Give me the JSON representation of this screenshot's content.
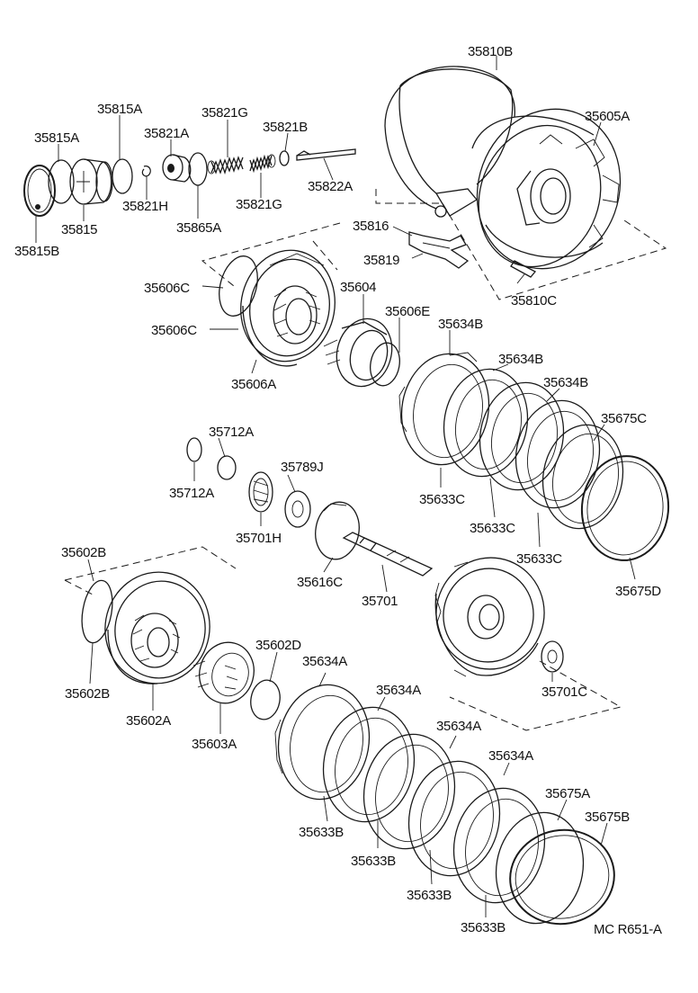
{
  "diagram": {
    "code": "MC R651-A",
    "labels": [
      {
        "id": "35810B",
        "text": "35810B"
      },
      {
        "id": "35605A",
        "text": "35605A"
      },
      {
        "id": "35815A",
        "text": "35815A"
      },
      {
        "id": "35821G_top",
        "text": "35821G"
      },
      {
        "id": "35815A_2",
        "text": "35815A"
      },
      {
        "id": "35821A",
        "text": "35821A"
      },
      {
        "id": "35821B",
        "text": "35821B"
      },
      {
        "id": "35822A",
        "text": "35822A"
      },
      {
        "id": "35815",
        "text": "35815"
      },
      {
        "id": "35821H",
        "text": "35821H"
      },
      {
        "id": "35865A",
        "text": "35865A"
      },
      {
        "id": "35821G_bot",
        "text": "35821G"
      },
      {
        "id": "35815B",
        "text": "35815B"
      },
      {
        "id": "35816",
        "text": "35816"
      },
      {
        "id": "35819",
        "text": "35819"
      },
      {
        "id": "35810C",
        "text": "35810C"
      },
      {
        "id": "35606C_1",
        "text": "35606C"
      },
      {
        "id": "35604",
        "text": "35604"
      },
      {
        "id": "35606E",
        "text": "35606E"
      },
      {
        "id": "35606C_2",
        "text": "35606C"
      },
      {
        "id": "35634B_1",
        "text": "35634B"
      },
      {
        "id": "35634B_2",
        "text": "35634B"
      },
      {
        "id": "35634B_3",
        "text": "35634B"
      },
      {
        "id": "35606A",
        "text": "35606A"
      },
      {
        "id": "35675C",
        "text": "35675C"
      },
      {
        "id": "35712A_1",
        "text": "35712A"
      },
      {
        "id": "35633C_1",
        "text": "35633C"
      },
      {
        "id": "35789J",
        "text": "35789J"
      },
      {
        "id": "35712A_2",
        "text": "35712A"
      },
      {
        "id": "35633C_2",
        "text": "35633C"
      },
      {
        "id": "35701H",
        "text": "35701H"
      },
      {
        "id": "35633C_3",
        "text": "35633C"
      },
      {
        "id": "35602B_1",
        "text": "35602B"
      },
      {
        "id": "35616C",
        "text": "35616C"
      },
      {
        "id": "35675D",
        "text": "35675D"
      },
      {
        "id": "35701",
        "text": "35701"
      },
      {
        "id": "35602D",
        "text": "35602D"
      },
      {
        "id": "35634A_1",
        "text": "35634A"
      },
      {
        "id": "35602B_2",
        "text": "35602B"
      },
      {
        "id": "35701C",
        "text": "35701C"
      },
      {
        "id": "35634A_2",
        "text": "35634A"
      },
      {
        "id": "35602A",
        "text": "35602A"
      },
      {
        "id": "35603A",
        "text": "35603A"
      },
      {
        "id": "35634A_3",
        "text": "35634A"
      },
      {
        "id": "35634A_4",
        "text": "35634A"
      },
      {
        "id": "35675A",
        "text": "35675A"
      },
      {
        "id": "35675B",
        "text": "35675B"
      },
      {
        "id": "35633B_1",
        "text": "35633B"
      },
      {
        "id": "35633B_2",
        "text": "35633B"
      },
      {
        "id": "35633B_3",
        "text": "35633B"
      },
      {
        "id": "35633B_4",
        "text": "35633B"
      }
    ]
  }
}
